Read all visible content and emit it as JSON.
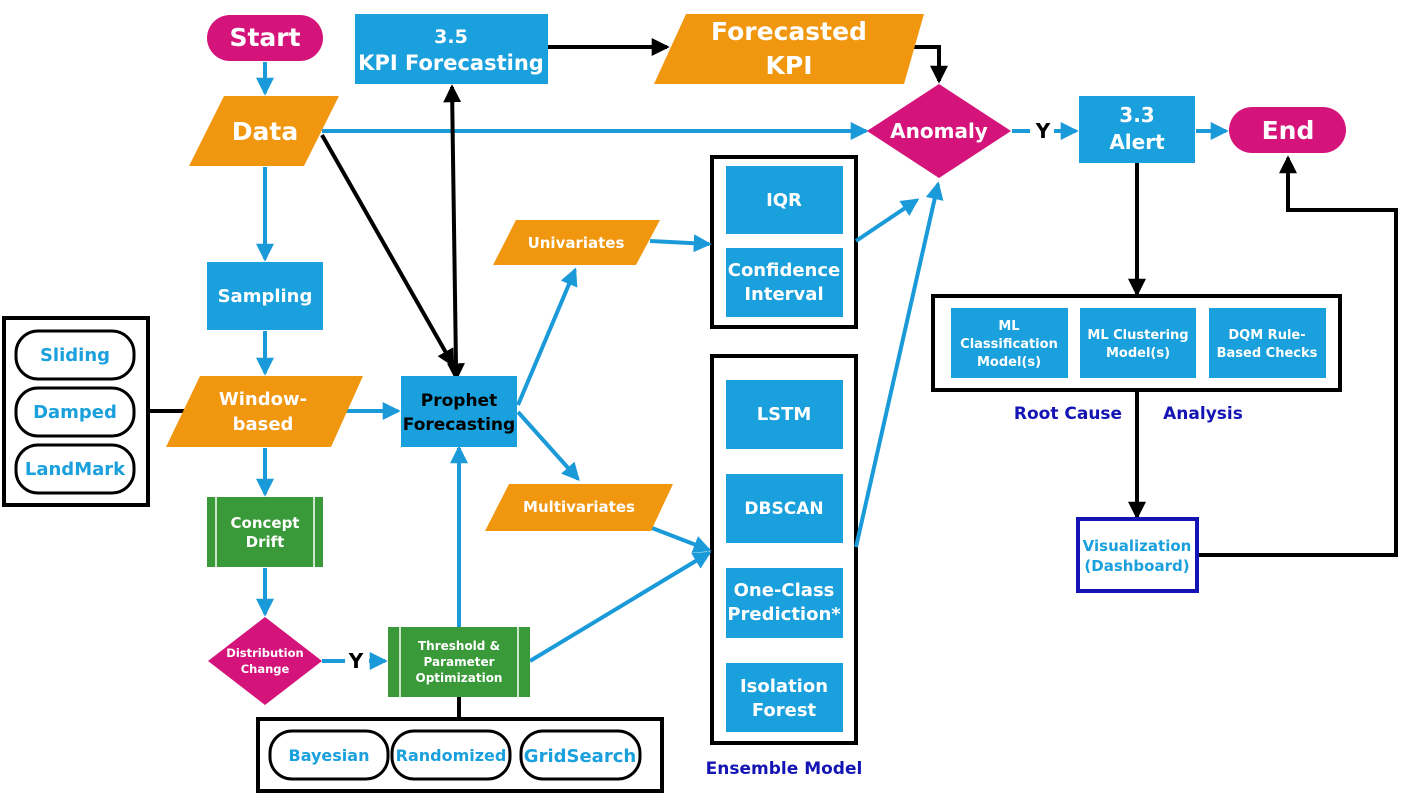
{
  "colors": {
    "blue_box": "#1aa0dc",
    "orange_data": "#f0960f",
    "magenta_terminal": "#d4147a",
    "green_process": "#3a9a3a",
    "navy_caption": "#1414b4",
    "arrow_blue": "#1a9ad8",
    "arrow_black": "#000000"
  },
  "nodes": {
    "start": "Start",
    "kpi_forecasting": [
      "3.5",
      "KPI Forecasting"
    ],
    "forecasted_kpi": [
      "Forecasted",
      "KPI"
    ],
    "data": "Data",
    "anomaly": "Anomaly",
    "alert": [
      "3.3",
      "Alert"
    ],
    "end": "End",
    "sampling": "Sampling",
    "window_based": [
      "Window-",
      "based"
    ],
    "prophet_forecasting": [
      "Prophet",
      "Forecasting"
    ],
    "univariates": "Univariates",
    "multivariates": "Multivariates",
    "concept_drift": [
      "Concept",
      "Drift"
    ],
    "distribution_change": [
      "Distribution",
      "Change"
    ],
    "threshold_optimization": [
      "Threshold &",
      "Parameter",
      "Optimization"
    ],
    "visualization": [
      "Visualization",
      "(Dashboard)"
    ]
  },
  "window_types": [
    "Sliding",
    "Damped",
    "LandMark"
  ],
  "univariate_methods": {
    "iqr": "IQR",
    "confidence_interval": [
      "Confidence",
      "Interval"
    ]
  },
  "ensemble_models": {
    "lstm": "LSTM",
    "dbscan": "DBSCAN",
    "one_class": [
      "One-Class",
      "Prediction*"
    ],
    "isolation_forest": [
      "Isolation",
      "Forest"
    ]
  },
  "root_cause_models": {
    "ml_classification": [
      "ML",
      "Classification",
      "Model(s)"
    ],
    "ml_clustering": [
      "ML Clustering",
      "Model(s)"
    ],
    "dqm_rules": [
      "DQM Rule-",
      "Based Checks"
    ]
  },
  "optimizers": [
    "Bayesian",
    "Randomized",
    "GridSearch"
  ],
  "captions": {
    "root_cause": "Root Cause",
    "analysis": "Analysis",
    "ensemble_model": "Ensemble Model"
  },
  "edge_labels": {
    "anomaly_yes": "Y",
    "distribution_yes": "Y"
  }
}
